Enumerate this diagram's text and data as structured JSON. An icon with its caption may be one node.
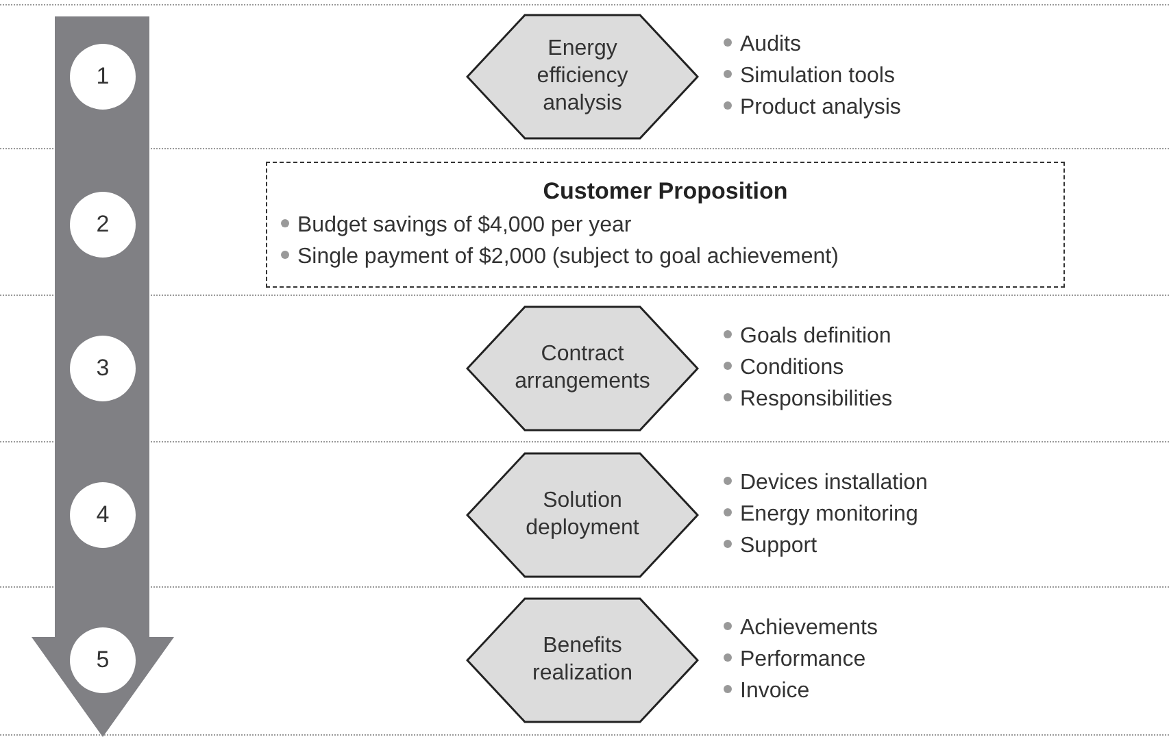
{
  "diagram": {
    "nodes": [
      {
        "text": [
          "1"
        ]
      },
      {
        "text": [
          "Energy efficiency analysis"
        ],
        "beside": [
          "Audits",
          "Simulation tools",
          "Product analysis"
        ]
      },
      {
        "text": [
          "2"
        ]
      },
      {
        "text": [
          "Customer Proposition",
          "Budget savings of $4,000 per year",
          "Single payment of $2,000 (subject to goal achievement)"
        ]
      },
      {
        "text": [
          "3"
        ]
      },
      {
        "text": [
          "Contract arrangements"
        ],
        "beside": [
          "Goals definition",
          "Conditions",
          "Responsibilities"
        ]
      },
      {
        "text": [
          "4"
        ]
      },
      {
        "text": [
          "Solution deployment"
        ],
        "beside": [
          "Devices installation",
          "Energy monitoring",
          "Support"
        ]
      },
      {
        "text": [
          "5"
        ]
      },
      {
        "text": [
          "Benefits realization"
        ],
        "beside": [
          "Achievements",
          "Performance",
          "Invoice"
        ]
      }
    ]
  }
}
